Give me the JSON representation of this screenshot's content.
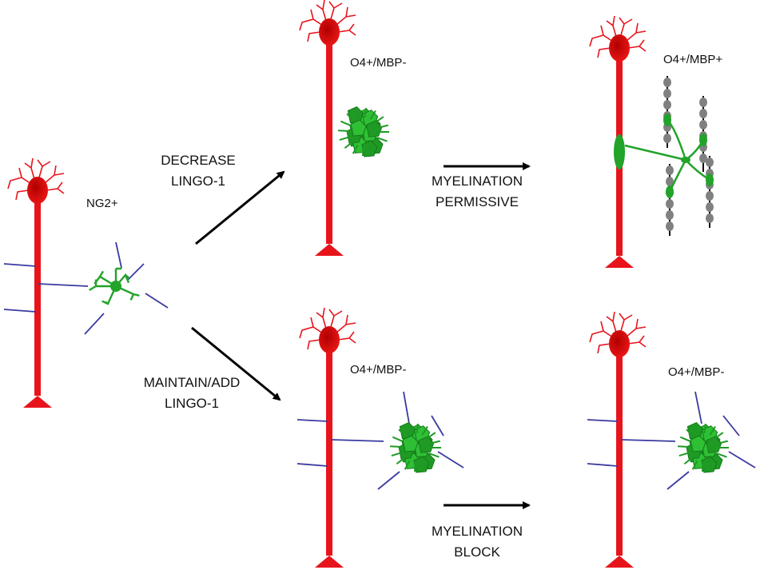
{
  "labels": {
    "ng2": "NG2+",
    "decrease_line1": "DECREASE",
    "decrease_line2": "LINGO-1",
    "maintain_line1": "MAINTAIN/ADD",
    "maintain_line2": "LINGO-1",
    "top_mid_stage": "O4+/MBP-",
    "top_right_stage": "O4+/MBP+",
    "bottom_mid_stage": "O4+/MBP-",
    "bottom_right_stage": "O4+/MBP-",
    "permissive_line1": "MYELINATION",
    "permissive_line2": "PERMISSIVE",
    "block_line1": "MYELINATION",
    "block_line2": "BLOCK"
  },
  "colors": {
    "neuron": "#e8141c",
    "oligodendrocyte": "#22a32a",
    "lingo_fiber": "#3a3aa0",
    "myelin": "#808080",
    "arrow": "#000000"
  }
}
